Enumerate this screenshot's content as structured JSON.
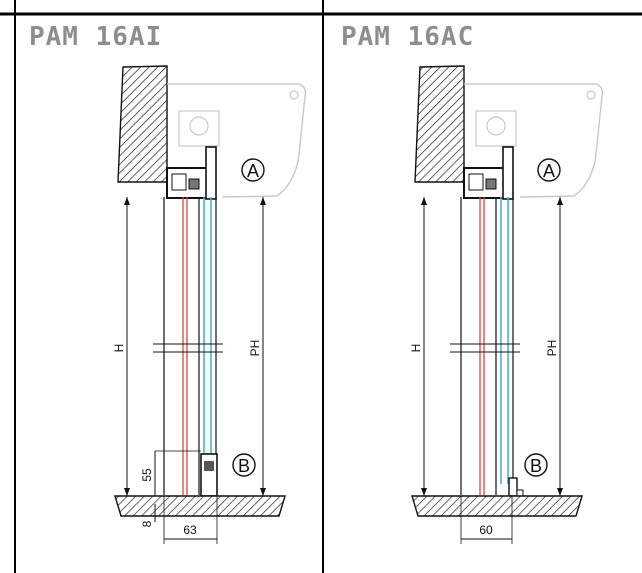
{
  "panels": [
    {
      "title": "PAM 16AI",
      "callout_top": "A",
      "callout_bottom": "B",
      "label_h": "H",
      "label_ph": "PH",
      "dim_height": "55",
      "dim_floor": "8",
      "dim_width": "63"
    },
    {
      "title": "PAM 16AC",
      "callout_top": "A",
      "callout_bottom": "B",
      "label_h": "H",
      "label_ph": "PH",
      "dim_width": "60"
    }
  ],
  "colors": {
    "frame": "#000000",
    "title": "#8e8e8e",
    "red_line": "#e0443c",
    "blue_line": "#3bb0d8",
    "cassette": "#c8c8c8"
  }
}
